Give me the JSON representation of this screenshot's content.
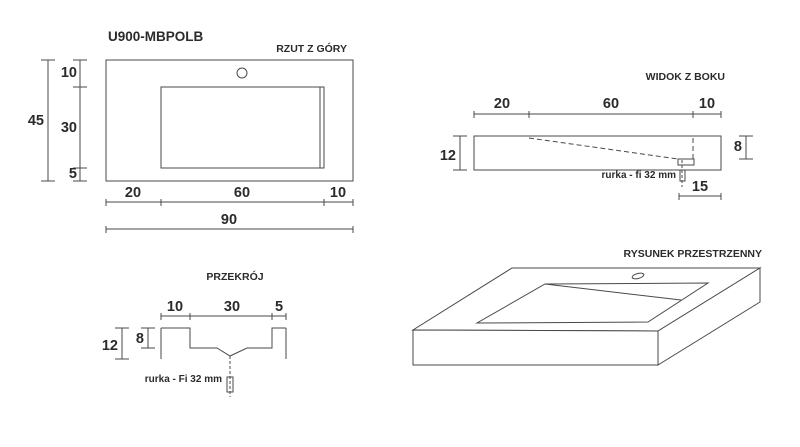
{
  "colors": {
    "line": "#4a4a4a",
    "text": "#2b2b2b",
    "background": "#ffffff"
  },
  "product_code": "U900-MBPOLB",
  "views": {
    "top": {
      "label": "RZUT Z GÓRY",
      "dims": {
        "height_total": "45",
        "height_segments": [
          "10",
          "30",
          "5"
        ],
        "width_segments": [
          "20",
          "60",
          "10"
        ],
        "width_total": "90"
      }
    },
    "side": {
      "label": "WIDOK Z BOKU",
      "dims": {
        "width_segments": [
          "20",
          "60",
          "10"
        ],
        "thickness": "12",
        "basin_depth": "8",
        "drain_offset": "15"
      },
      "drain_note": "rurka - fi 32 mm"
    },
    "section": {
      "label": "PRZEKRÓJ",
      "dims": {
        "width_segments": [
          "10",
          "30",
          "5"
        ],
        "thickness": "12",
        "basin_depth": "8"
      },
      "drain_note": "rurka - Fi 32 mm"
    },
    "iso": {
      "label": "RYSUNEK PRZESTRZENNY"
    }
  }
}
